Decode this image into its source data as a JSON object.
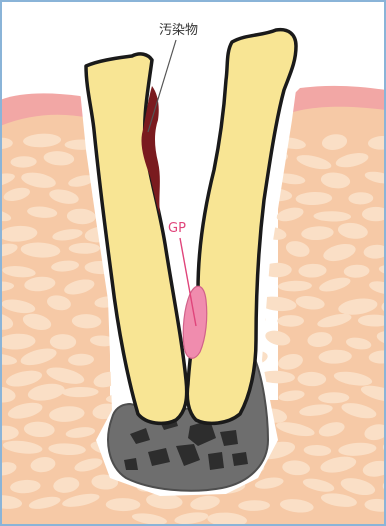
{
  "labels": {
    "contaminant": {
      "text": "汚染物",
      "color": "#333333"
    },
    "gp": {
      "text": "GP",
      "color": "#e0457b"
    }
  },
  "colors": {
    "frame": "#8ab4d8",
    "bone": "#f6c9a6",
    "bone_pattern": "#fadfc6",
    "gingiva": "#f2a7a5",
    "root": "#f8e594",
    "root_outline": "#1a1a1a",
    "contaminant": "#7a1b1f",
    "gutta_percha": "#f08cae",
    "lesion": "#6e6e6e",
    "lesion_fragments": "#2d2d2d"
  },
  "icons": [
    "root-canal-tooth-diagram"
  ]
}
